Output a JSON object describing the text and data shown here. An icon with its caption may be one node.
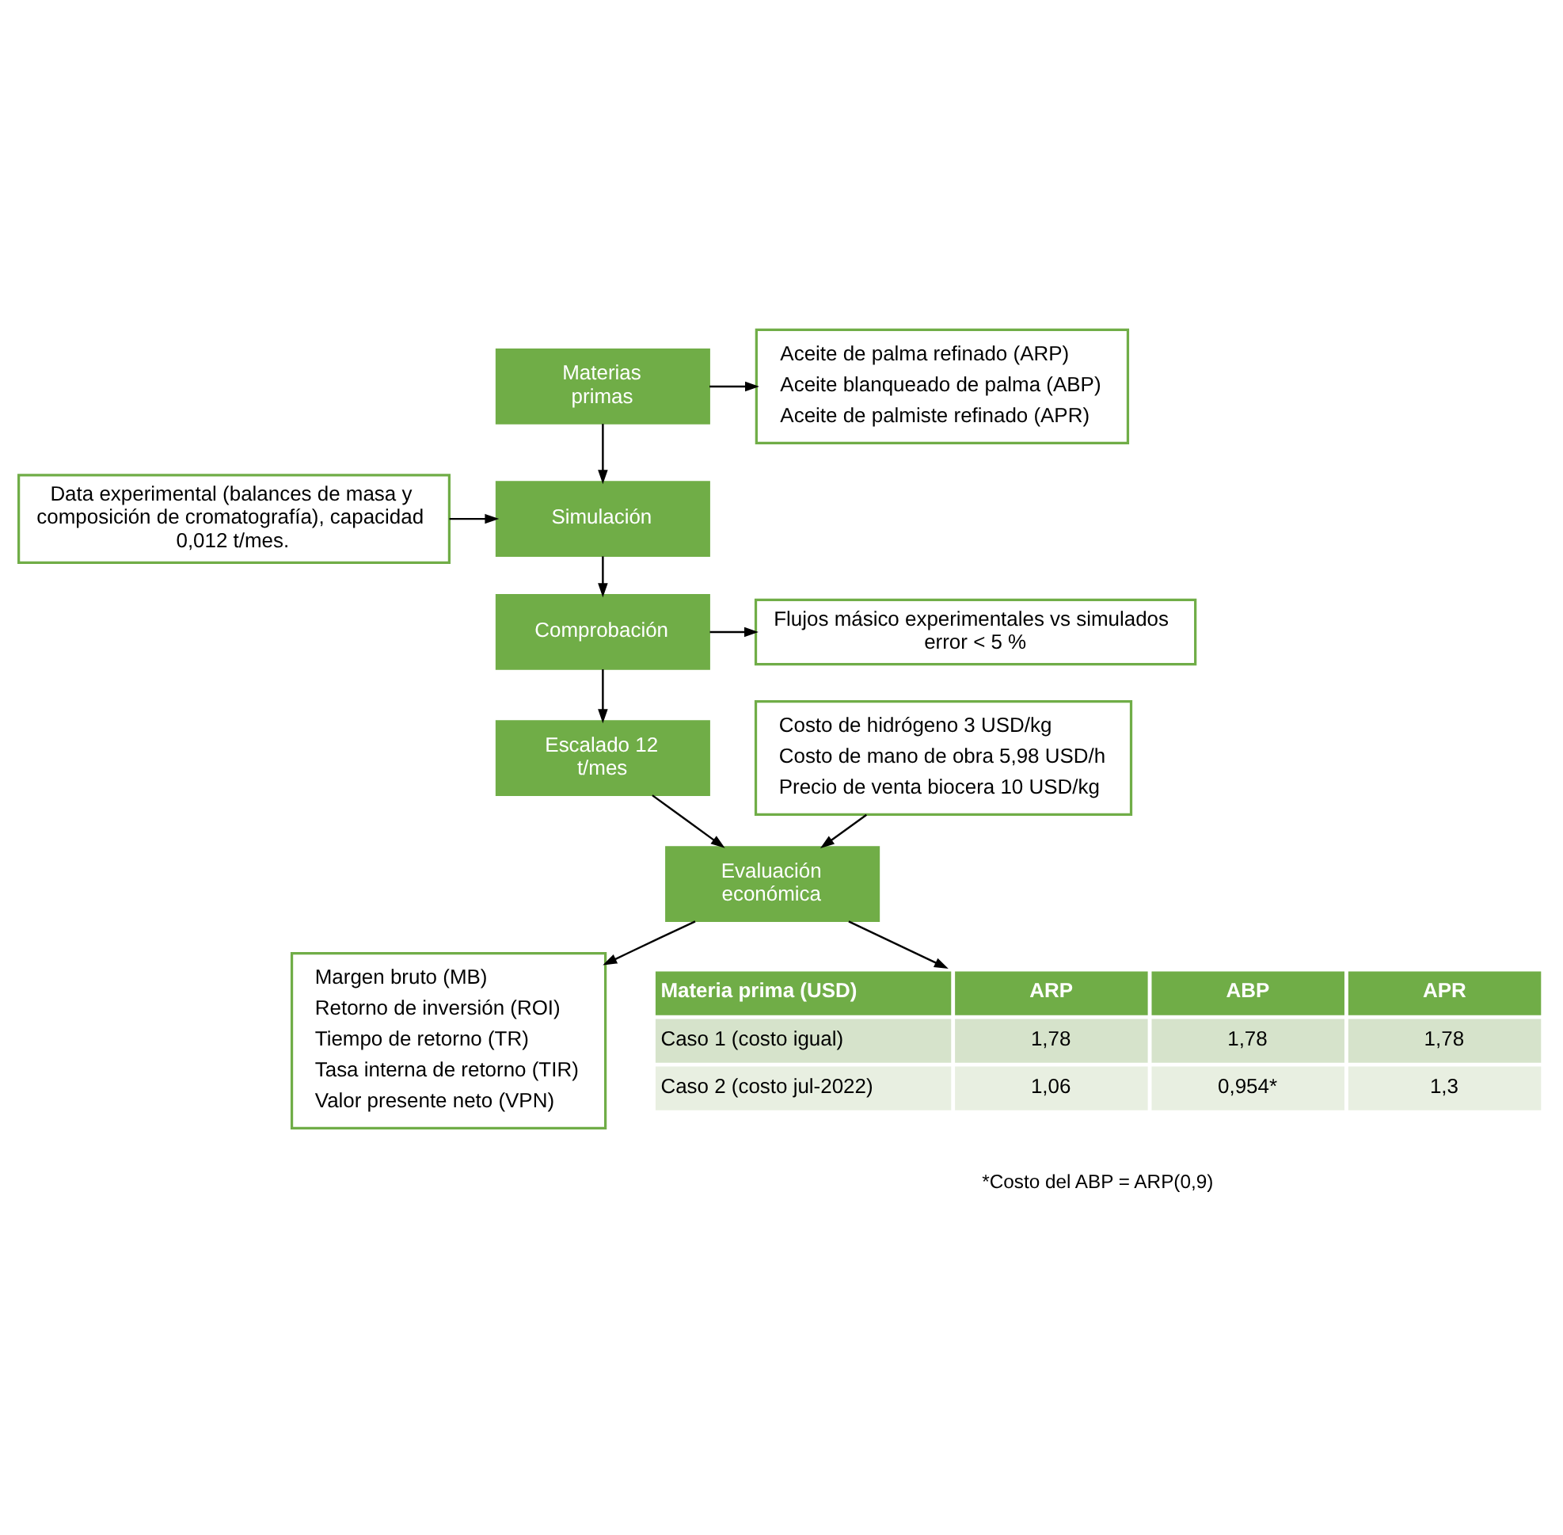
{
  "diagram": {
    "nodes": [
      {
        "text": [
          "Materias primas"
        ]
      },
      {
        "text": [
          "Aceite de palma refinado (ARP)",
          "Aceite blanqueado de palma (ABP)",
          "Aceite de palmiste refinado (APR)"
        ]
      },
      {
        "text": [
          "Simulación"
        ]
      },
      {
        "text": [
          "Data experimental (balances de masa y composición de cromatografía), capacidad 0,012 t/mes."
        ]
      },
      {
        "text": [
          "Comprobación"
        ]
      },
      {
        "text": [
          "Flujos másico experimentales vs simulados error < 5 %"
        ]
      },
      {
        "text": [
          "Escalado 12 t/mes"
        ]
      },
      {
        "text": [
          "Costo de hidrógeno 3 USD/kg",
          "Costo de mano de obra 5,98 USD/h",
          "Precio de venta biocera 10 USD/kg"
        ]
      },
      {
        "text": [
          "Evaluación económica"
        ]
      },
      {
        "text": [
          "Margen bruto (MB)",
          "Retorno de inversión (ROI)",
          "Tiempo de retorno (TR)",
          "Tasa interna de retorno (TIR)",
          "Valor presente neto (VPN)"
        ]
      },
      {
        "text": [
          "Materia prima (USD)",
          "ARP",
          "ABP",
          "APR",
          "Caso 1 (costo igual)",
          "1,78",
          "1,78",
          "1,78",
          "Caso 2 (costo jul-2022)",
          "1,06",
          "0,954*",
          "1,3"
        ]
      }
    ],
    "edges": [
      {
        "from": 0,
        "to": 1,
        "arrow": "to"
      },
      {
        "from": 0,
        "to": 2,
        "arrow": "to"
      },
      {
        "from": 3,
        "to": 2,
        "arrow": "to"
      },
      {
        "from": 2,
        "to": 4,
        "arrow": "to"
      },
      {
        "from": 4,
        "to": 5,
        "arrow": "to"
      },
      {
        "from": 4,
        "to": 6,
        "arrow": "to"
      },
      {
        "from": 6,
        "to": 8,
        "arrow": "to"
      },
      {
        "from": 7,
        "to": 8,
        "arrow": "to"
      },
      {
        "from": 8,
        "to": 9,
        "arrow": "to"
      },
      {
        "from": 8,
        "to": 10,
        "arrow": "to"
      }
    ],
    "labels": [
      "*Costo del ABP = ARP(0,9)"
    ]
  }
}
